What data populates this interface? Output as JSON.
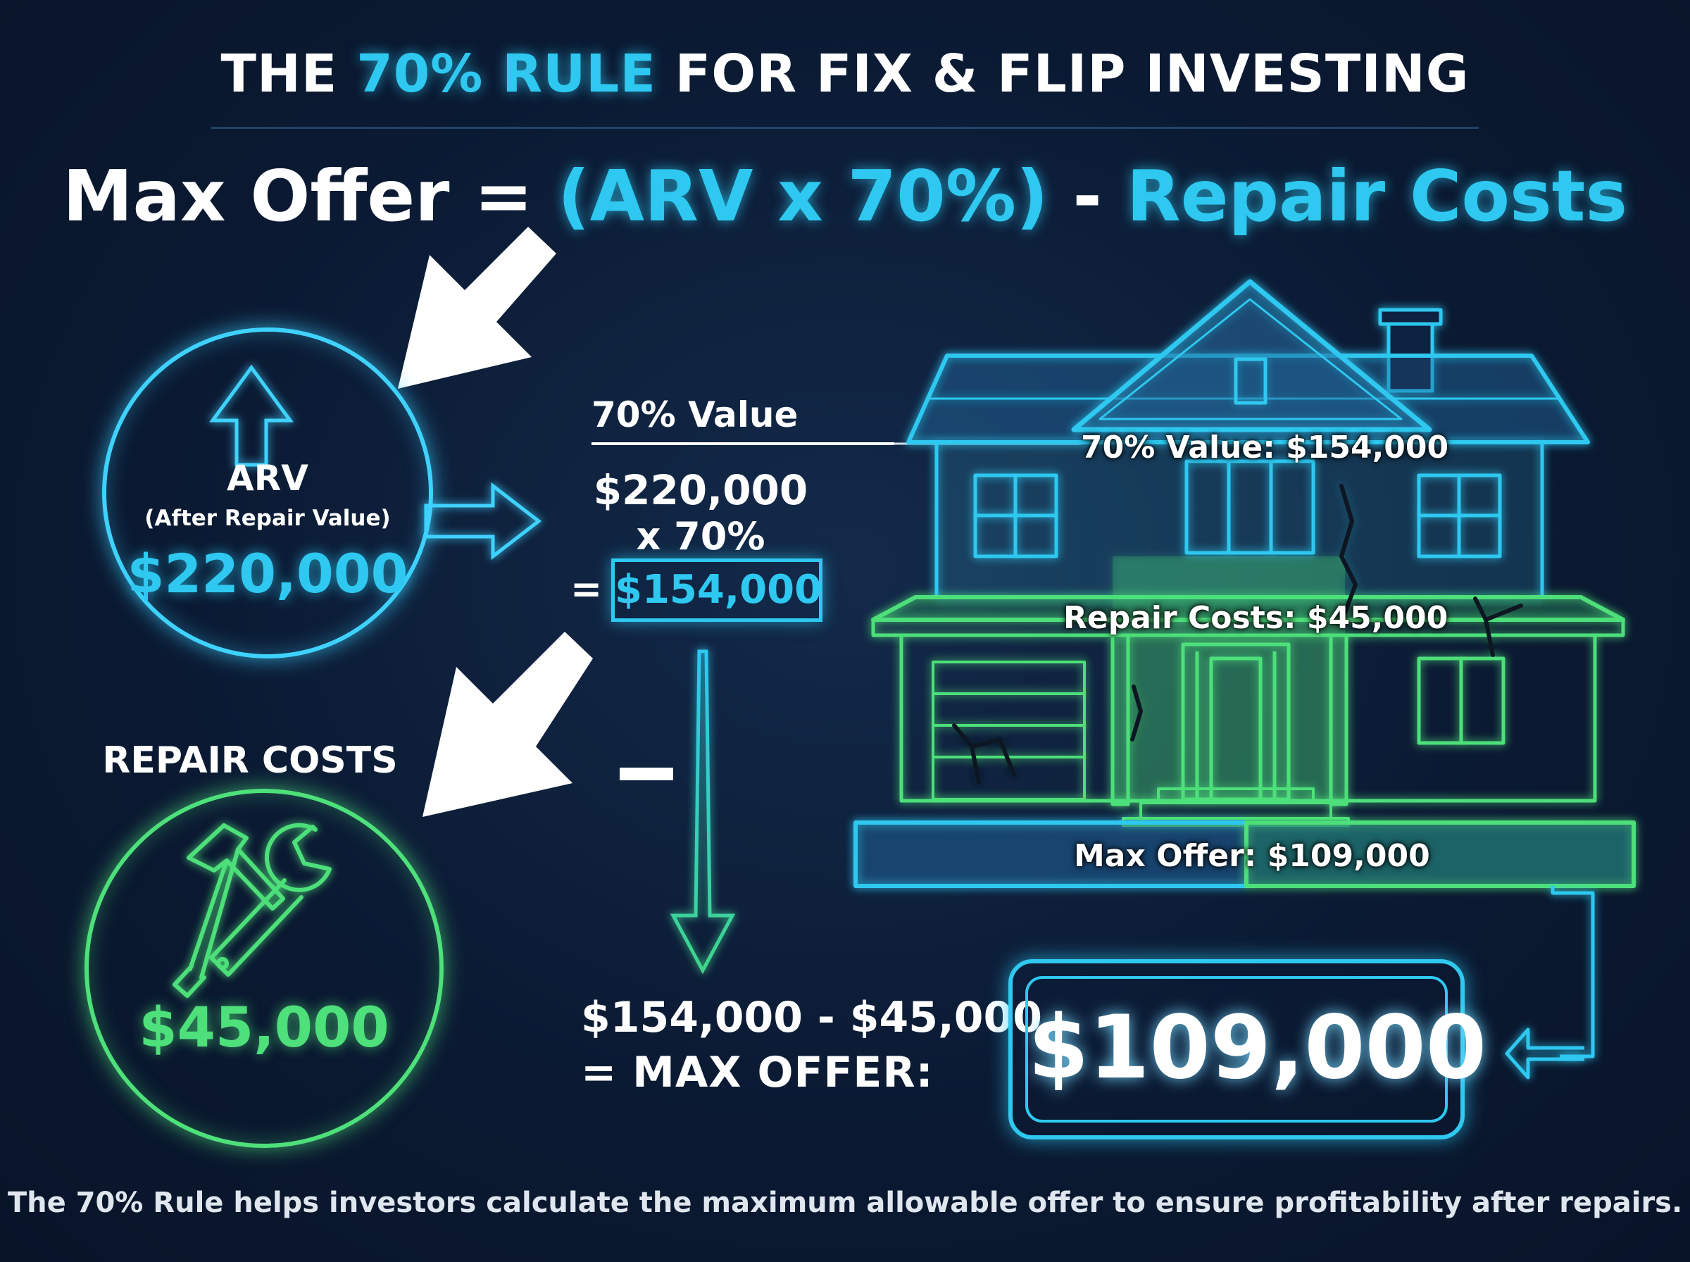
{
  "title": {
    "part1": "THE ",
    "highlight": "70% RULE",
    "part2": " FOR FIX & FLIP INVESTING"
  },
  "formula": {
    "lead": "Max Offer = ",
    "arv_part": "(ARV x 70%)",
    "minus": " - ",
    "repair_part": "Repair Costs"
  },
  "arv": {
    "label": "ARV",
    "sublabel": "(After Repair Value)",
    "value": "$220,000"
  },
  "repair": {
    "heading": "REPAIR COSTS",
    "value": "$45,000"
  },
  "calculation": {
    "heading": "70% Value",
    "line1": "$220,000",
    "line2": "x 70%",
    "equals": "=",
    "result": "$154,000"
  },
  "result": {
    "line1": "$154,000 - $45,000",
    "line2": "= MAX OFFER:",
    "value": "$109,000"
  },
  "house_labels": {
    "seventy_value": "70% Value: $154,000",
    "repair_costs": "Repair Costs: $45,000",
    "max_offer": "Max Offer: $109,000"
  },
  "footnote": "The 70% Rule helps investors calculate the maximum allowable offer to ensure profitability after repairs.",
  "colors": {
    "cyan": "#2ec8f0",
    "green": "#4ee07a",
    "background": "#0b1a33"
  }
}
